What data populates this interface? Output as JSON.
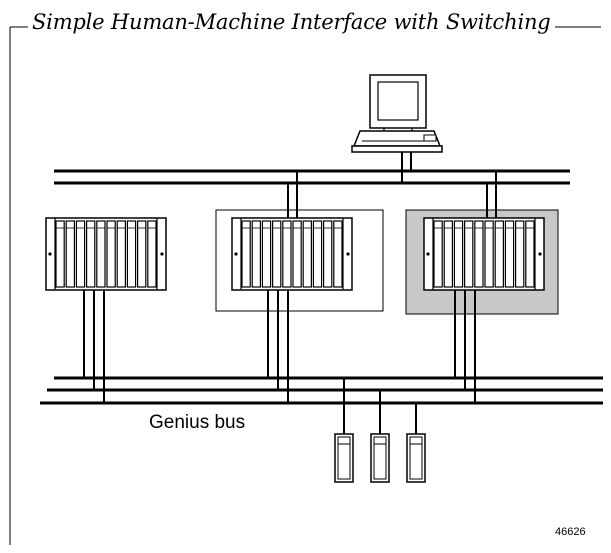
{
  "frame": {
    "title": "Simple Human-Machine Interface with Switching"
  },
  "labels": {
    "bus": "Genius bus",
    "figure_number": "46626"
  },
  "colors": {
    "line": "#000000",
    "background": "#ffffff",
    "shaded_panel": "#c8c8c8"
  },
  "components": {
    "workstation": "computer-terminal-icon",
    "controllers": [
      "plc-rack-icon",
      "plc-rack-icon",
      "plc-rack-icon"
    ],
    "bus_devices": [
      "io-block-icon",
      "io-block-icon",
      "io-block-icon"
    ]
  }
}
